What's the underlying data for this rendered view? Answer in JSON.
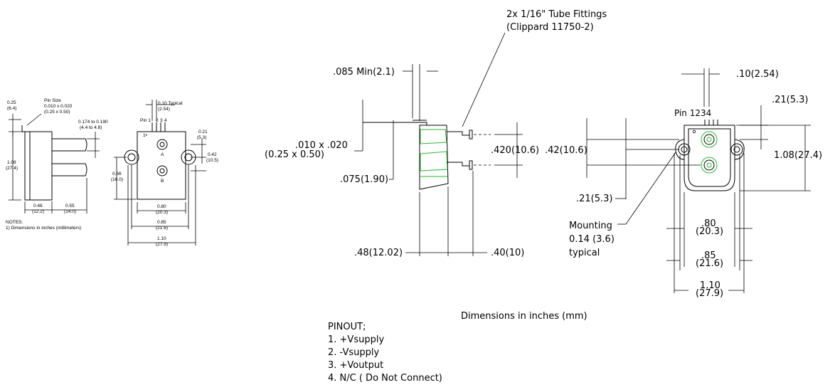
{
  "left_drawing": {
    "dim_0_25": "0.25",
    "dim_0_25_mm": "(6.4)",
    "pin_size": "Pin Size",
    "pin_size_in": "0.010 x 0.020",
    "pin_size_mm": "(0.25 x 0.50)",
    "fitting_range_in": "0.174 to 0.190",
    "fitting_range_mm": "(4.4 to 4.8)",
    "height_in": "1.08",
    "height_mm": "(27.4)",
    "depth1_in": "0.48",
    "depth1_mm": "(12.2)",
    "depth2_in": "0.55",
    "depth2_mm": "(14.0)",
    "notes_title": "NOTES:",
    "notes_1": "1) Dimensions in inches (millimeters)"
  },
  "left_front": {
    "pin_spacing_in": "0.10 Typical",
    "pin_spacing_mm": "(2.54)",
    "pin_label": "Pin 1",
    "pin_nums": [
      "2",
      "3",
      "4"
    ],
    "pin1_dot": "1•",
    "port_a": "A",
    "port_b": "B",
    "d021_in": "0.21",
    "d021_mm": "(5.3)",
    "d042_in": "0.42",
    "d042_mm": "(10.5)",
    "d066_in": "0.66",
    "d066_mm": "(16.0)",
    "d080_in": "0.80",
    "d080_mm": "(20.3)",
    "d085_in": "0.85",
    "d085_mm": "(21.6)",
    "d110_in": "1.10",
    "d110_mm": "(27.9)"
  },
  "middle": {
    "fittings_line1": "2x 1/16\" Tube Fittings",
    "fittings_line2": "(Clippard 11750-2)",
    "min_dim": ".085 Min(2.1)",
    "pin_dim_in": ".010 x .020",
    "pin_dim_mm": "(0.25 x 0.50)",
    "d420": ".420(10.6)",
    "d075": ".075(1.90)",
    "d048": ".48(12.02)",
    "d040": ".40(10)"
  },
  "right": {
    "d010": ".10(2.54)",
    "d021_top": ".21(5.3)",
    "pin_label": "Pin 1234",
    "d042": ".42(10.6)",
    "d108": "1.08(27.4)",
    "d021_bottom": ".21(5.3)",
    "mounting_1": "Mounting",
    "mounting_2": "0.14 (3.6)",
    "mounting_3": "typical",
    "d080_in": ".80",
    "d080_mm": "(20.3)",
    "d085_in": ".85",
    "d085_mm": "(21.6)",
    "d110_in": "1.10",
    "d110_mm": "(27.9)"
  },
  "caption": "Dimensions in inches (mm)",
  "pinout": {
    "title": "PINOUT;",
    "items": [
      "1.  +Vsupply",
      "2.  -Vsupply",
      "3.  +Voutput",
      "4.  N/C ( Do Not Connect)"
    ]
  },
  "colors": {
    "line": "#000000",
    "outline_highlight": "#1bbf2a"
  }
}
